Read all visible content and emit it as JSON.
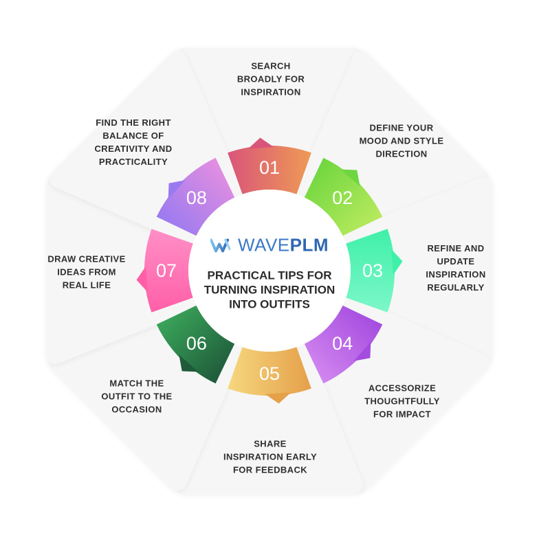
{
  "brand": {
    "part1": "WAVE",
    "part2": "PLM",
    "icon": "wave-logo-icon",
    "color": "#3a78c9"
  },
  "center_title": "PRACTICAL TIPS FOR\nTURNING INSPIRATION\nINTO OUTFITS",
  "steps": [
    {
      "number": "01",
      "label": "SEARCH\nBROADLY FOR\nINSPIRATION",
      "colors": [
        "#d9557a",
        "#ee9a55"
      ]
    },
    {
      "number": "02",
      "label": "DEFINE YOUR\nMOOD AND STYLE\nDIRECTION",
      "colors": [
        "#6fd63f",
        "#b8ea5e"
      ]
    },
    {
      "number": "03",
      "label": "REFINE AND\nUPDATE\nINSPIRATION\nREGULARLY",
      "colors": [
        "#3ff0a8",
        "#7df7c9"
      ]
    },
    {
      "number": "04",
      "label": "ACCESSORIZE\nTHOUGHTFULLY\nFOR IMPACT",
      "colors": [
        "#a44be0",
        "#d287ef"
      ]
    },
    {
      "number": "05",
      "label": "SHARE\nINSPIRATION EARLY\nFOR FEEDBACK",
      "colors": [
        "#e5a04a",
        "#f6d77e"
      ]
    },
    {
      "number": "06",
      "label": "MATCH THE\nOUTFIT TO THE\nOCCASION",
      "colors": [
        "#1f5a3a",
        "#3aa55a"
      ]
    },
    {
      "number": "07",
      "label": "DRAW CREATIVE\nIDEAS FROM\nREAL LIFE",
      "colors": [
        "#ff5fa7",
        "#ff8fc6"
      ]
    },
    {
      "number": "08",
      "label": "FIND THE RIGHT\nBALANCE OF\nCREATIVITY AND\nPRACTICALITY",
      "colors": [
        "#9a7af0",
        "#e48fe0"
      ]
    }
  ]
}
